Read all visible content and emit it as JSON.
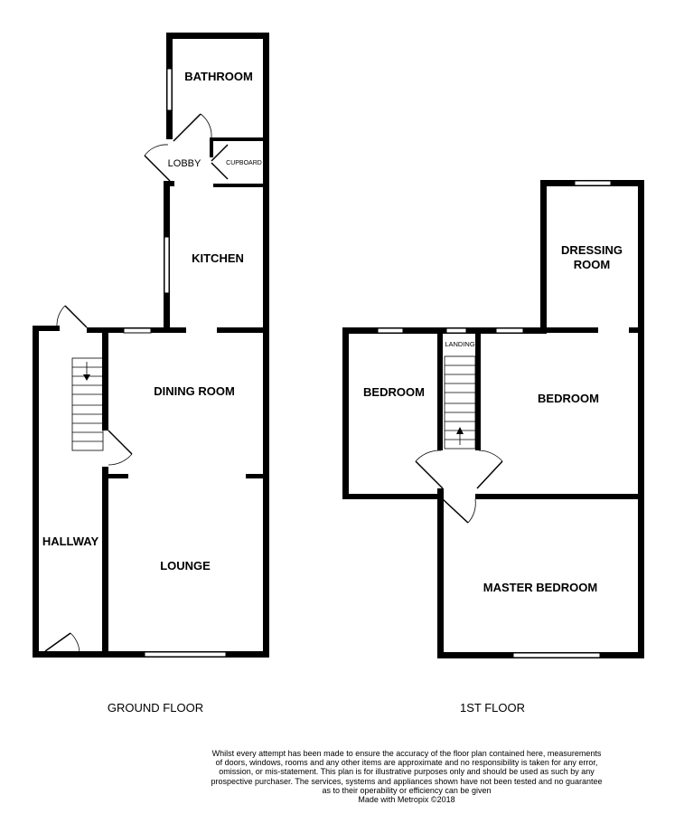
{
  "colors": {
    "wall": "#000000",
    "background": "#ffffff"
  },
  "ground_floor": {
    "label": "GROUND FLOOR",
    "rooms": {
      "bathroom": "BATHROOM",
      "lobby": "LOBBY",
      "cupboard": "CUPBOARD",
      "kitchen": "KITCHEN",
      "dining_room": "DINING ROOM",
      "hallway": "HALLWAY",
      "lounge": "LOUNGE"
    }
  },
  "first_floor": {
    "label": "1ST FLOOR",
    "rooms": {
      "dressing_room_line1": "DRESSING",
      "dressing_room_line2": "ROOM",
      "landing": "LANDING",
      "bedroom_left": "BEDROOM",
      "bedroom_right": "BEDROOM",
      "master_bedroom": "MASTER BEDROOM"
    }
  },
  "disclaimer": {
    "lines": [
      "Whilst every attempt has been made to ensure the accuracy of the floor plan contained here, measurements",
      "of doors, windows, rooms and any other items are approximate and no responsibility is taken for any error,",
      "omission, or mis-statement. This plan is for illustrative purposes only and should be used as such by any",
      "prospective purchaser. The services, systems and appliances shown have not been tested and no guarantee",
      "as to their operability or efficiency can be given",
      "Made with Metropix ©2018"
    ]
  }
}
